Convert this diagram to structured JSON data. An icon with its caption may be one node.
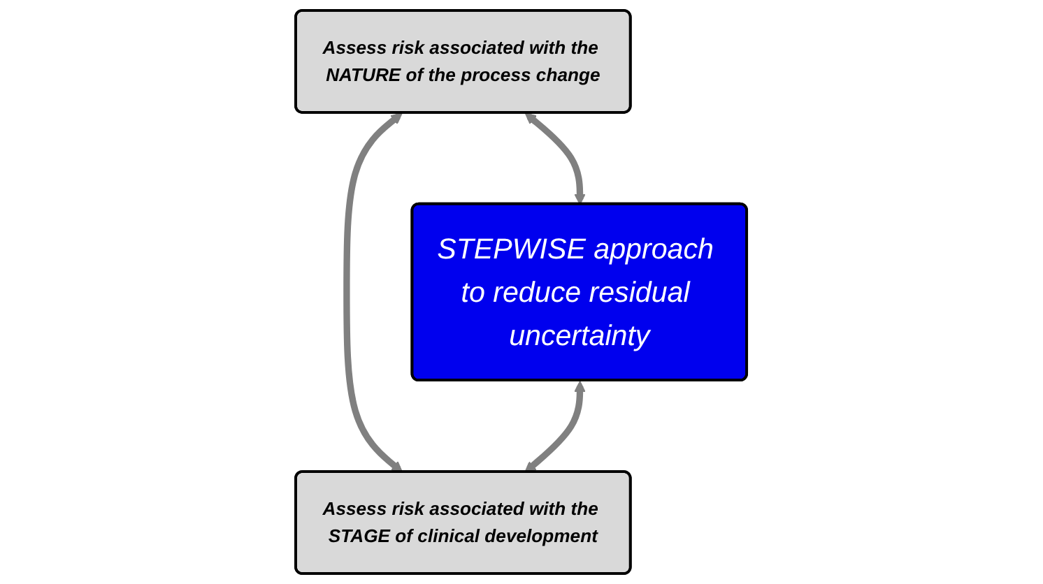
{
  "diagram": {
    "nodes": [
      {
        "text": [
          "Assess risk associated with the NATURE of the process change"
        ]
      },
      {
        "text": [
          "STEPWISE approach to reduce residual uncertainty"
        ]
      },
      {
        "text": [
          "Assess risk associated with the STAGE of clinical development"
        ]
      }
    ],
    "edges": [
      {
        "from": 0,
        "to": 1,
        "arrow": "both"
      },
      {
        "from": 0,
        "to": 2,
        "arrow": "both"
      },
      {
        "from": 1,
        "to": 2,
        "arrow": "both"
      }
    ]
  }
}
